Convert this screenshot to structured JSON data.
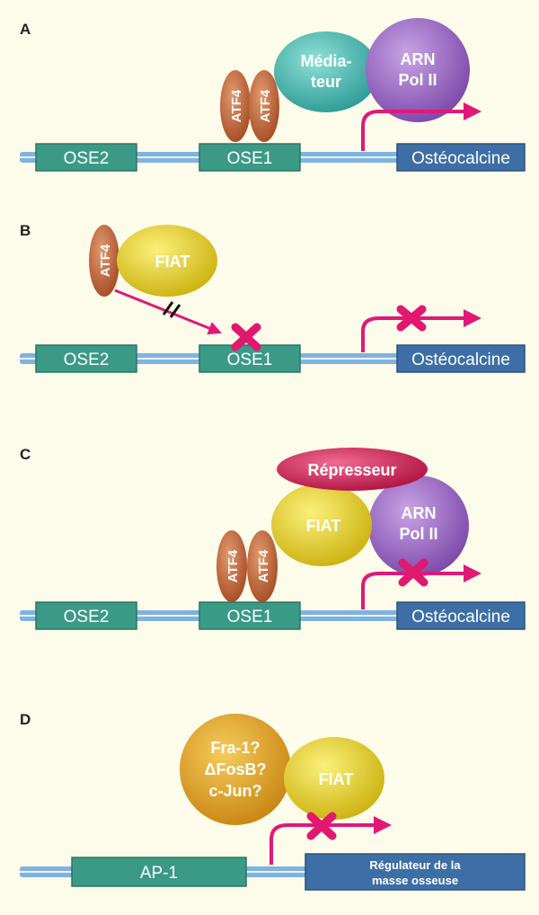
{
  "panels": {
    "A": {
      "letter": "A",
      "ose2": "OSE2",
      "ose1": "OSE1",
      "gene": "Ostéocalcine",
      "atf4_1": "ATF4",
      "atf4_2": "ATF4",
      "mediator_line1": "Média-",
      "mediator_line2": "teur",
      "polii_line1": "ARN",
      "polii_line2": "Pol II"
    },
    "B": {
      "letter": "B",
      "ose2": "OSE2",
      "ose1": "OSE1",
      "gene": "Ostéocalcine",
      "atf4": "ATF4",
      "fiat": "FIAT"
    },
    "C": {
      "letter": "C",
      "ose2": "OSE2",
      "ose1": "OSE1",
      "gene": "Ostéocalcine",
      "atf4_1": "ATF4",
      "atf4_2": "ATF4",
      "fiat": "FIAT",
      "repressor": "Répresseur",
      "polii_line1": "ARN",
      "polii_line2": "Pol II"
    },
    "D": {
      "letter": "D",
      "ap1": "AP-1",
      "gene_line1": "Régulateur de la",
      "gene_line2": "masse osseuse",
      "factor_line1": "Fra-1?",
      "factor_line2": "ΔFosB?",
      "factor_line3": "c-Jun?",
      "fiat": "FIAT"
    }
  },
  "colors": {
    "background": "#fdfbe9",
    "dna": "#7fb3e0",
    "ose_box": "#3a9a86",
    "gene_box": "#3d6ea6",
    "atf4": "#c0623a",
    "mediator": "#3fb9b0",
    "polii": "#9a64c4",
    "fiat": "#e3cc1e",
    "repressor": "#d41f55",
    "factor": "#e2a01e",
    "arrow": "#e01878"
  }
}
